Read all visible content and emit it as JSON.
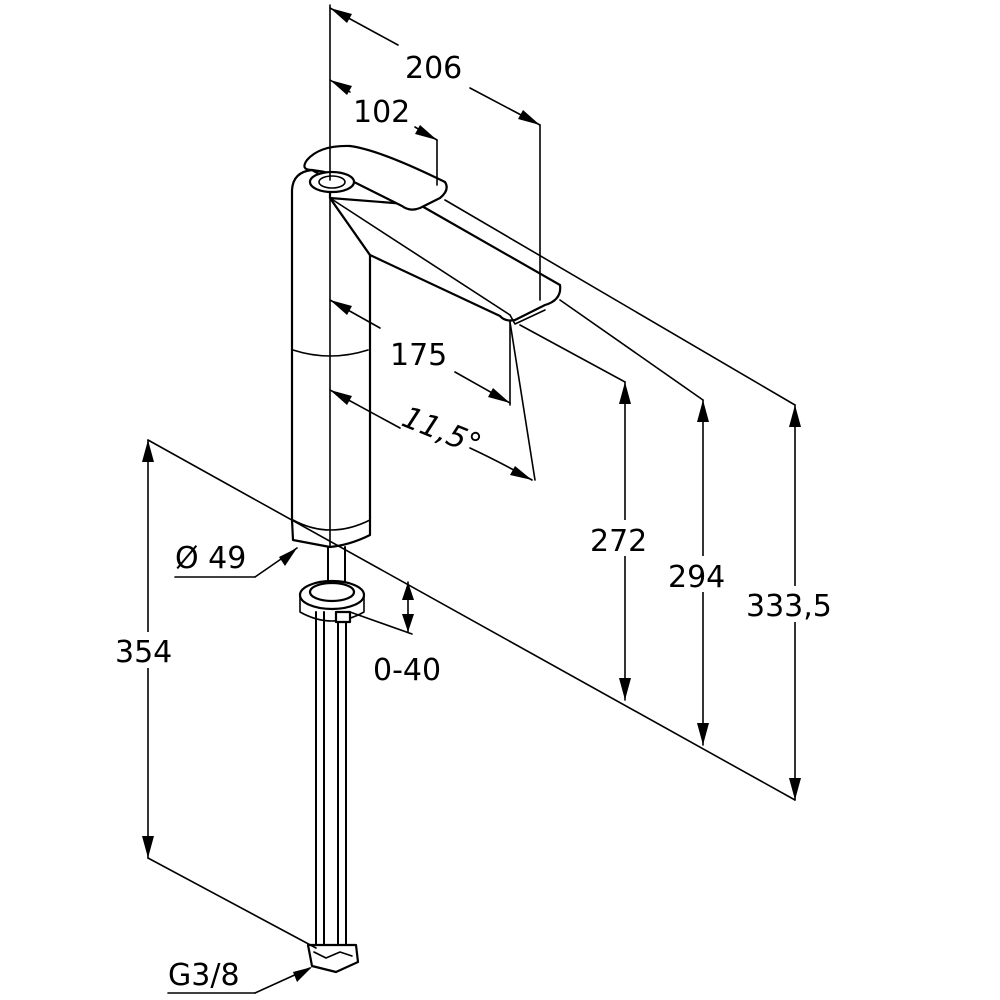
{
  "drawing": {
    "dimensions": {
      "spout_reach_total": "206",
      "handle_reach": "102",
      "spout_reach_from_body": "175",
      "spout_angle": "11,5°",
      "outlet_height": "272",
      "spout_top_height": "294",
      "overall_height": "333,5",
      "hose_length": "354",
      "body_diameter": "Ø 49",
      "mounting_thickness": "0-40",
      "connection_thread": "G3/8"
    }
  }
}
